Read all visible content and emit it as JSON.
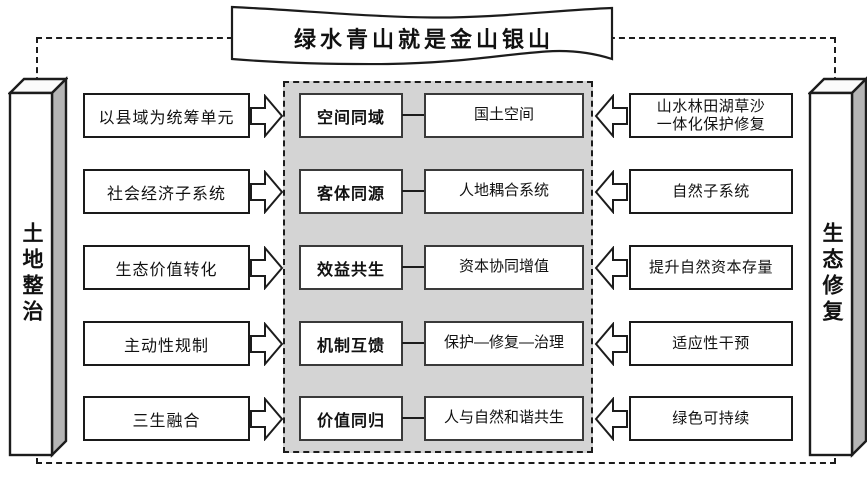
{
  "banner": {
    "title": "绿水青山就是金山银山"
  },
  "pillars": {
    "left": "土地整治",
    "right": "生态修复"
  },
  "rows": [
    {
      "left": "以县域为统筹单元",
      "key": "空间同域",
      "value": "国土空间",
      "right": "山水林田湖草沙\n一体化保护修复"
    },
    {
      "left": "社会经济子系统",
      "key": "客体同源",
      "value": "人地耦合系统",
      "right": "自然子系统"
    },
    {
      "left": "生态价值转化",
      "key": "效益共生",
      "value": "资本协同增值",
      "right": "提升自然资本存量"
    },
    {
      "left": "主动性规制",
      "key": "机制互馈",
      "value": "保护—修复—治理",
      "right": "适应性干预"
    },
    {
      "left": "三生融合",
      "key": "价值同归",
      "value": "人与自然和谐共生",
      "right": "绿色可持续"
    }
  ],
  "colors": {
    "panel_bg": "#d4d4d4",
    "line": "#1c1c1c",
    "pillar_side": "#b5b5b5",
    "box_bg": "#ffffff"
  }
}
